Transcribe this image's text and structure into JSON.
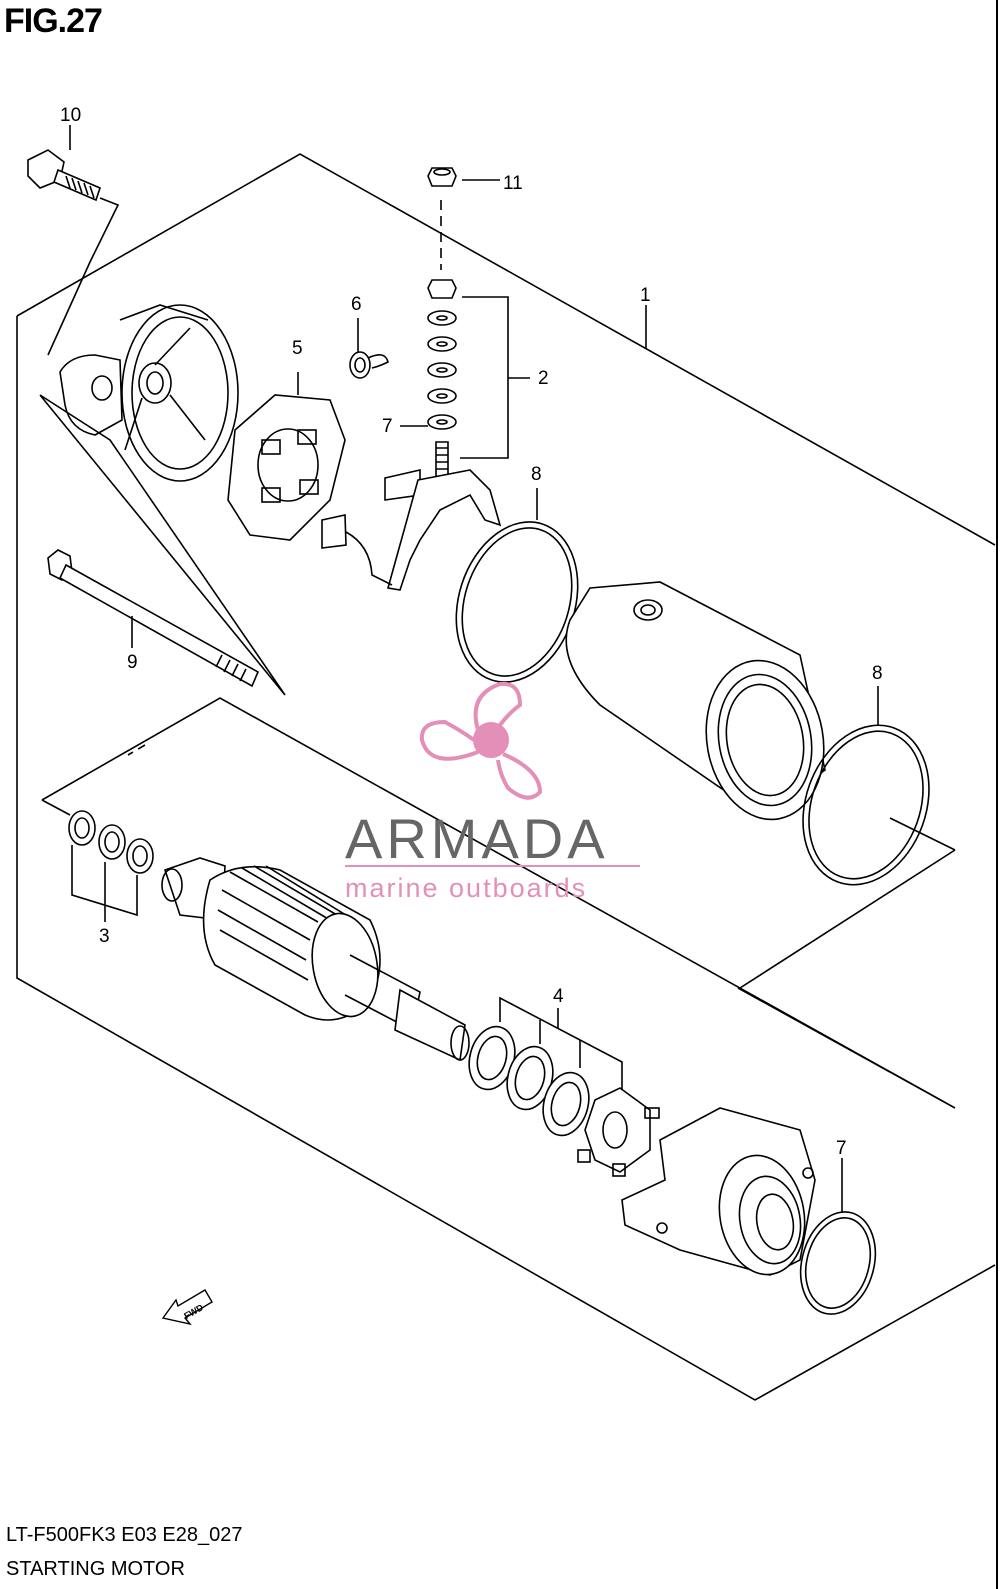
{
  "figure": {
    "title": "FIG.27",
    "code": "LT-F500FK3 E03 E28_027",
    "name": "STARTING MOTOR"
  },
  "callouts": [
    "1",
    "2",
    "3",
    "4",
    "5",
    "6",
    "7",
    "7",
    "8",
    "8",
    "9",
    "10",
    "11"
  ],
  "watermark": {
    "brand": "ARMADA",
    "tagline": "marine outboards",
    "color": "#e48fb8"
  },
  "fwd_label": "FWD",
  "colors": {
    "line": "#000000",
    "watermark": "#e48fb8"
  }
}
